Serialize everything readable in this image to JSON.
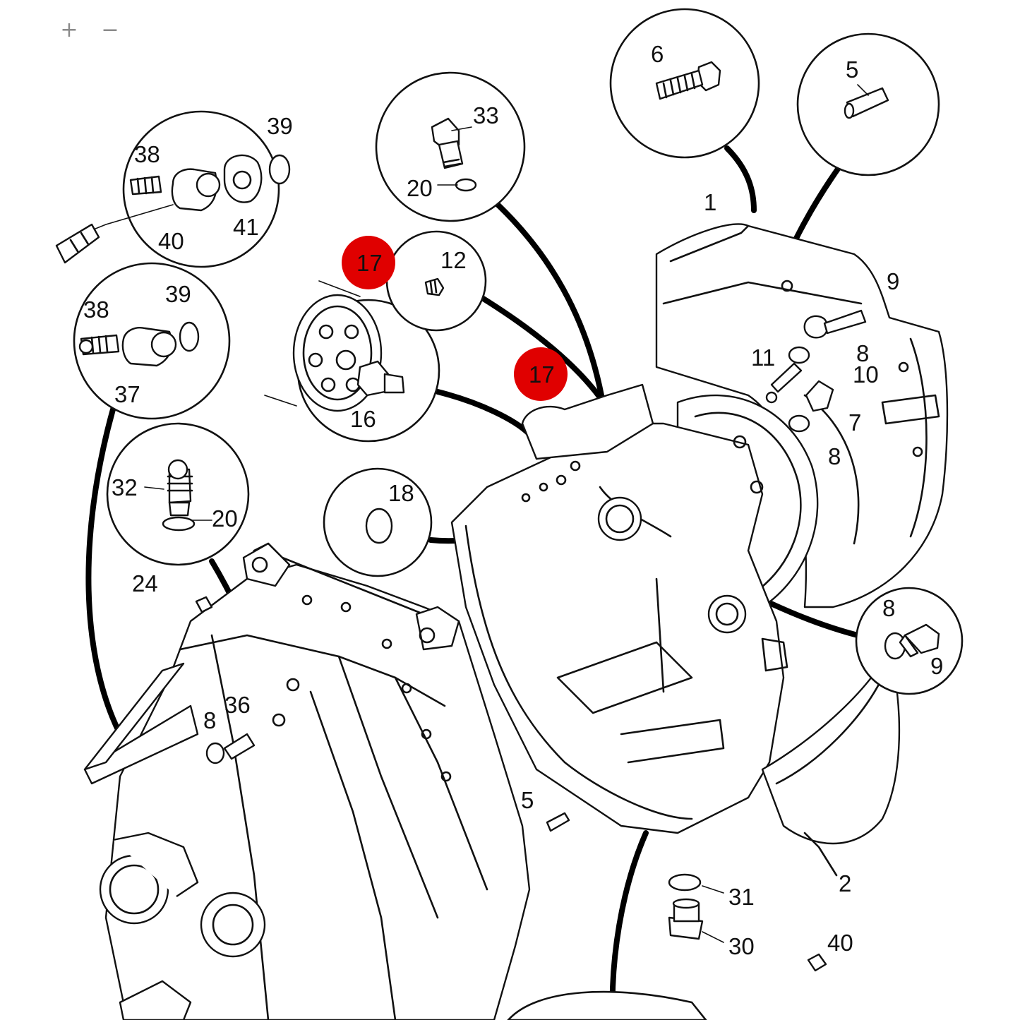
{
  "viewer": {
    "zoom_in_label": "+",
    "zoom_out_label": "−"
  },
  "labels": {
    "p1": "1",
    "p2": "2",
    "p5a": "5",
    "p5b": "5",
    "p6": "6",
    "p7": "7",
    "p8a": "8",
    "p8b": "8",
    "p8c": "8",
    "p8d": "8",
    "p9a": "9",
    "p9b": "9",
    "p10": "10",
    "p11": "11",
    "p12": "12",
    "p16": "16",
    "p17a": "17",
    "p17b": "17",
    "p18": "18",
    "p20a": "20",
    "p20b": "20",
    "p24": "24",
    "p30": "30",
    "p31": "31",
    "p32": "32",
    "p33": "33",
    "p36": "36",
    "p37": "37",
    "p38a": "38",
    "p38b": "38",
    "p39a": "39",
    "p39b": "39",
    "p40a": "40",
    "p40b": "40",
    "p41": "41"
  },
  "highlight_color": "#e00000"
}
